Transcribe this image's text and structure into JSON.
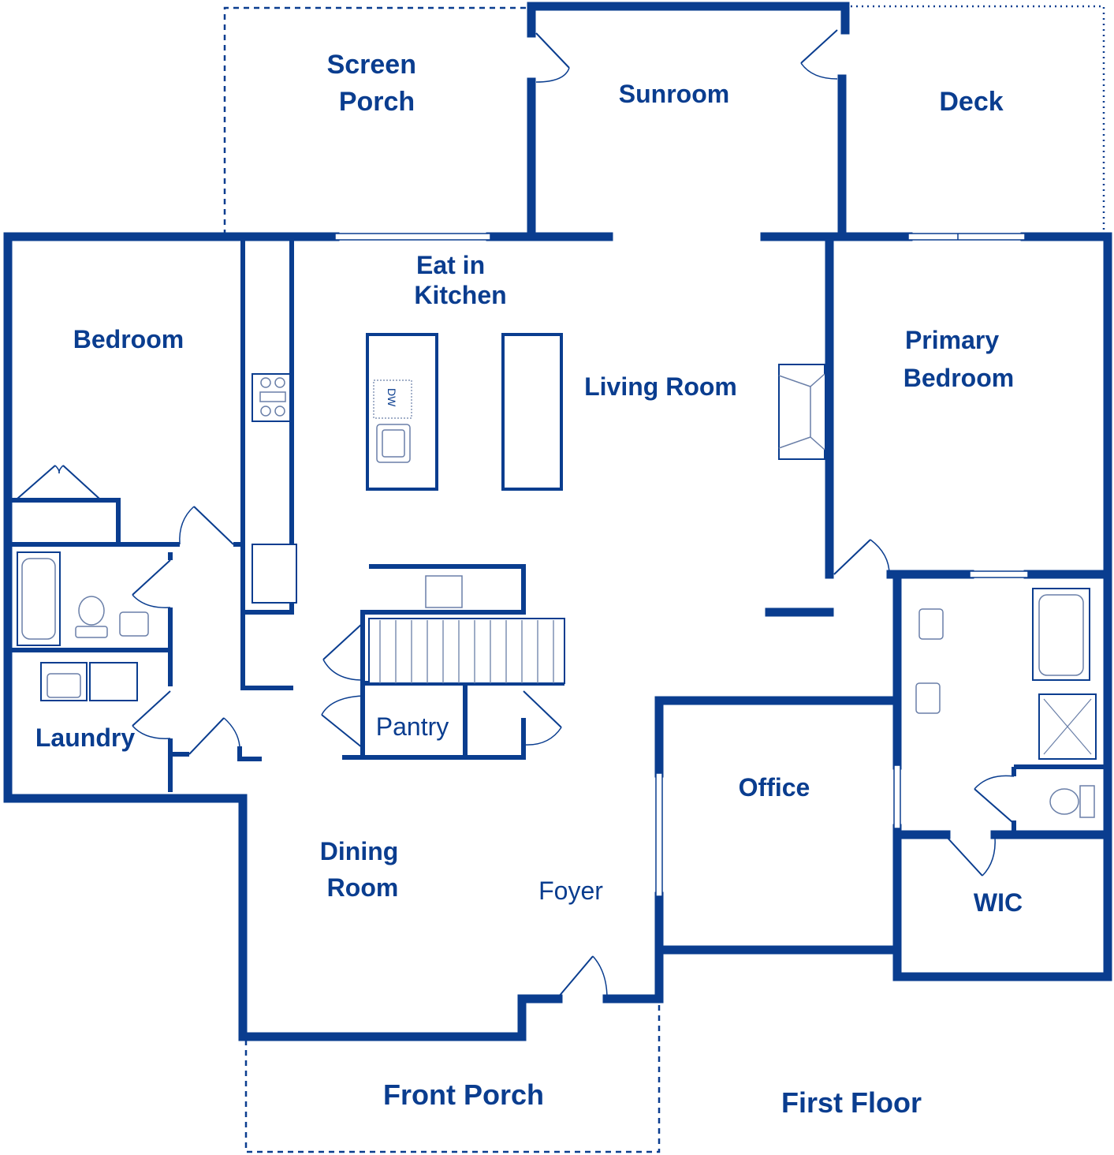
{
  "colors": {
    "wall": "#0a3d8f",
    "background": "#ffffff"
  },
  "rooms": {
    "screen_porch": [
      "Screen",
      "Porch"
    ],
    "sunroom": "Sunroom",
    "deck": "Deck",
    "eat_in_kitchen": [
      "Eat in",
      "Kitchen"
    ],
    "bedroom": "Bedroom",
    "living_room": "Living Room",
    "primary_bedroom": [
      "Primary",
      "Bedroom"
    ],
    "laundry": "Laundry",
    "pantry": "Pantry",
    "office": "Office",
    "dining_room": [
      "Dining",
      "Room"
    ],
    "foyer": "Foyer",
    "wic": "WIC",
    "front_porch": "Front Porch"
  },
  "fixtures": {
    "dishwasher": "DW"
  },
  "floor_title": "First Floor"
}
